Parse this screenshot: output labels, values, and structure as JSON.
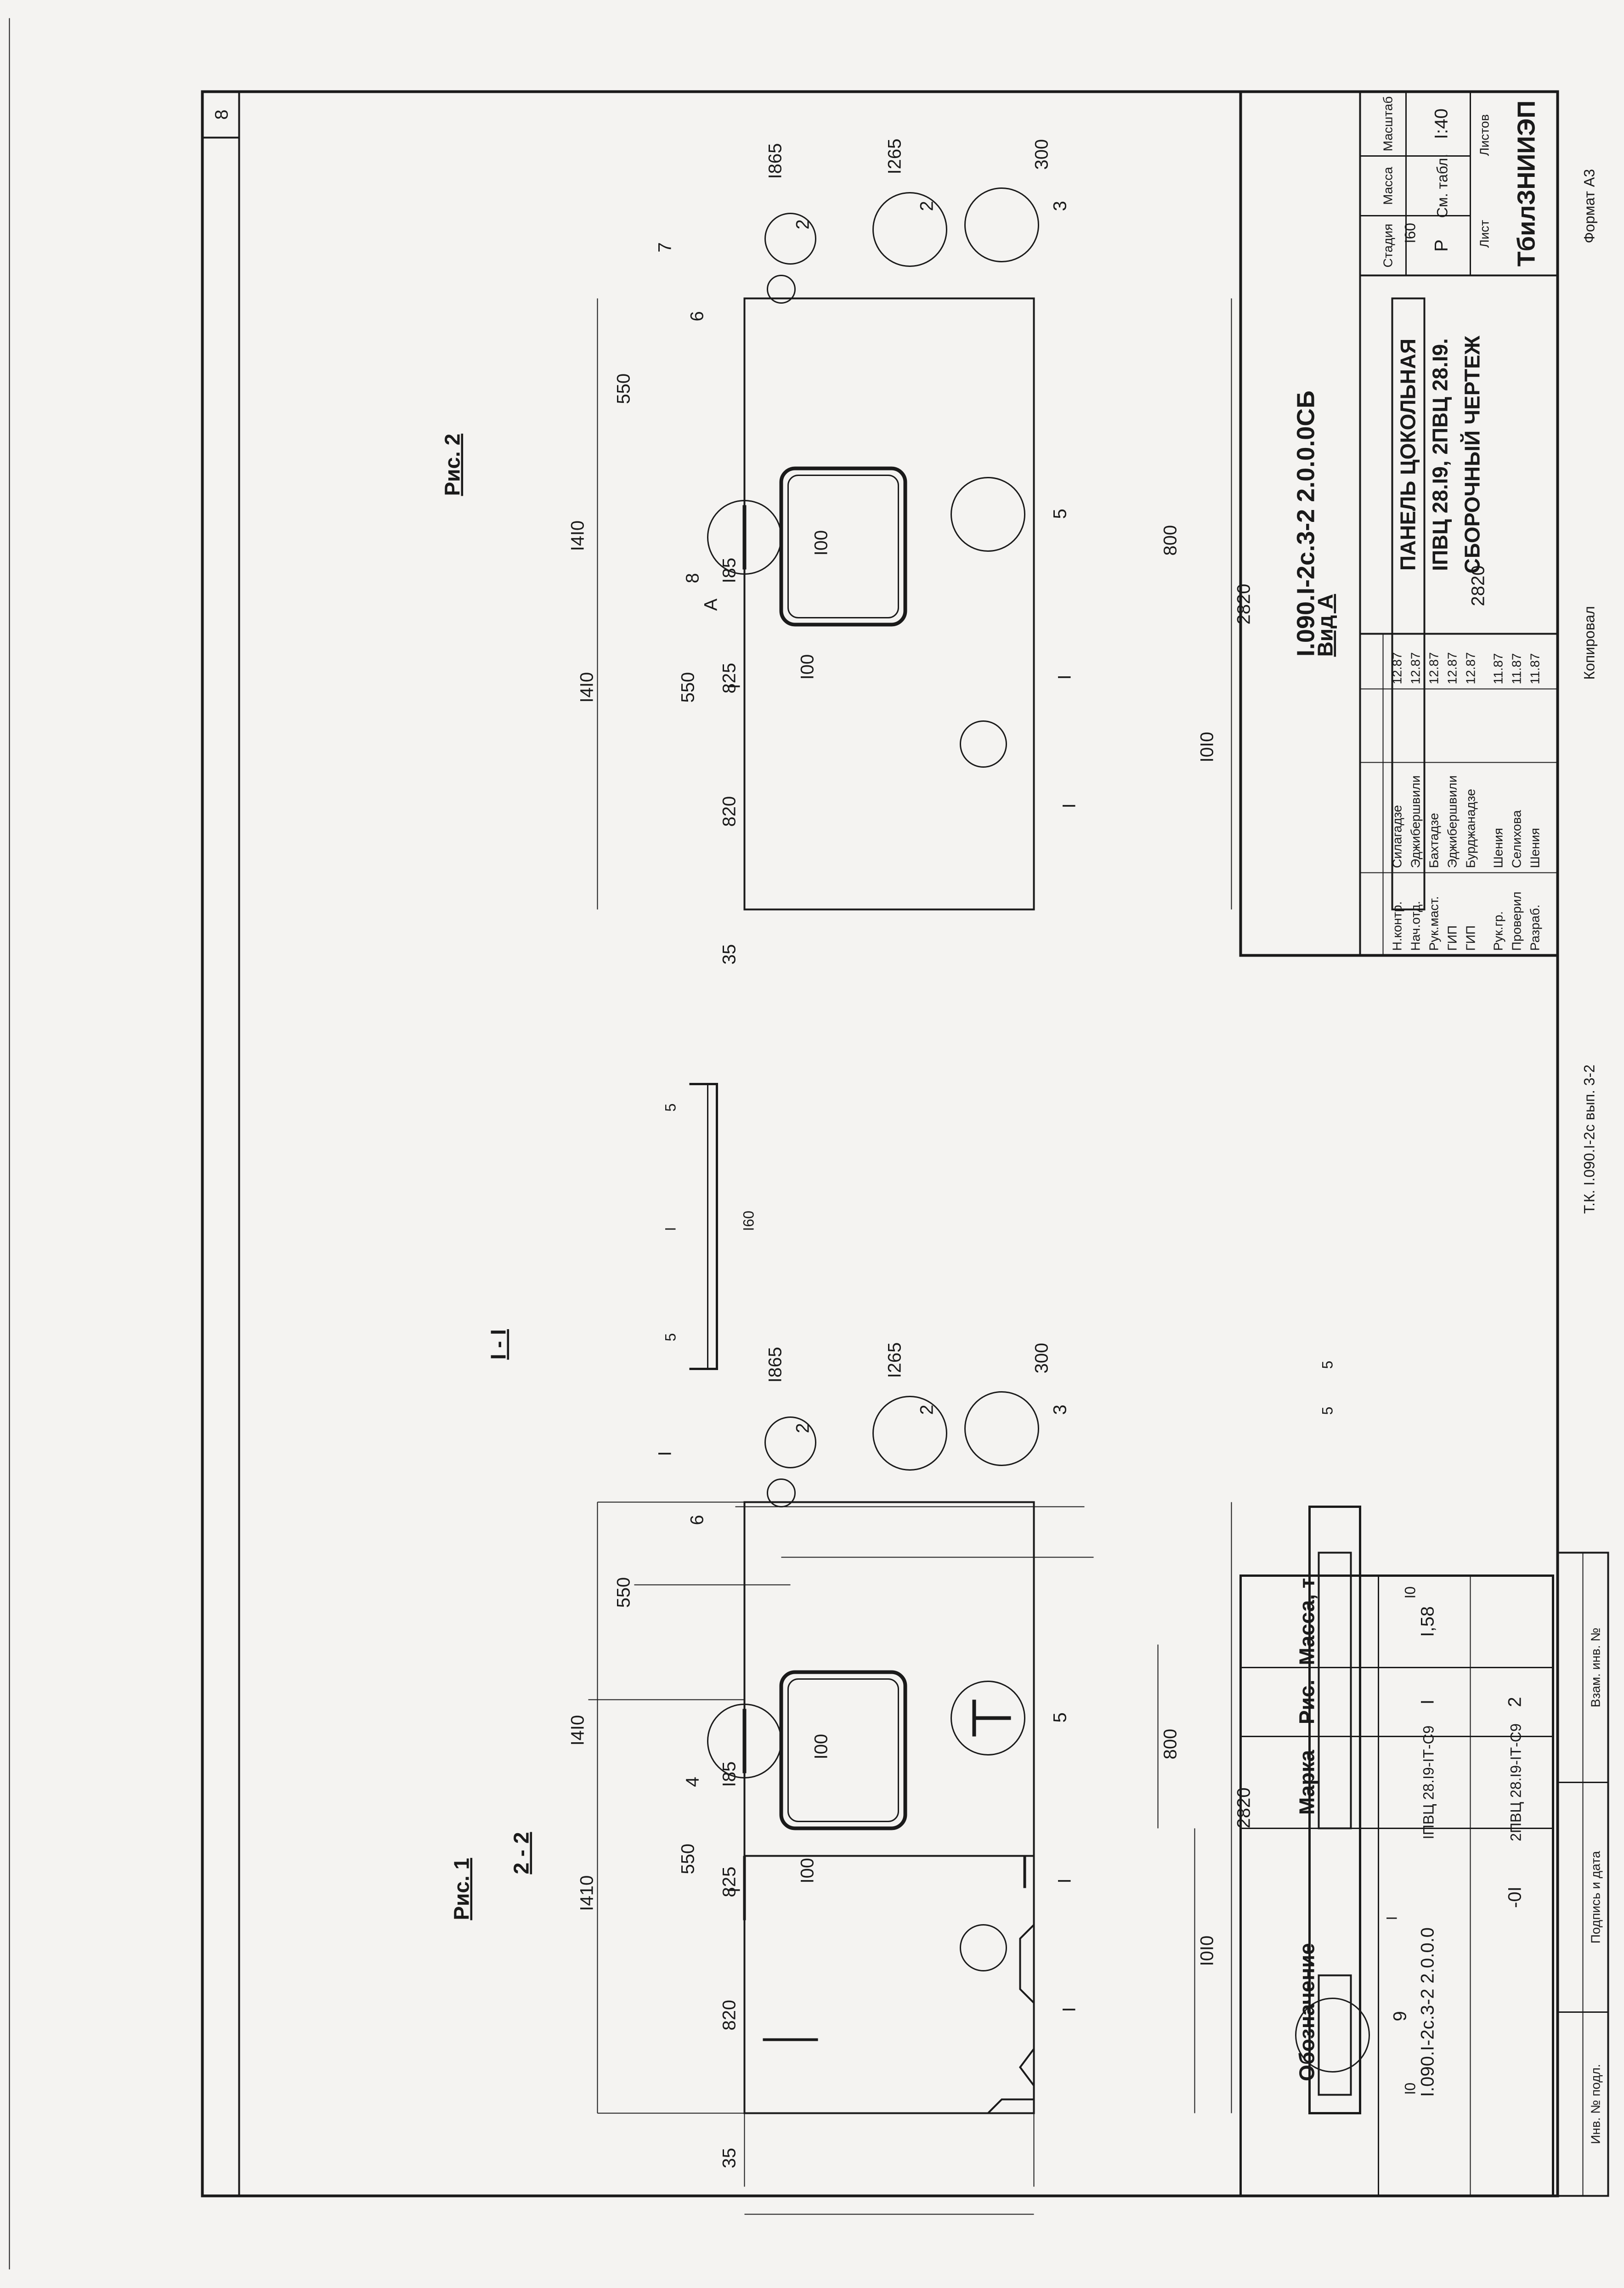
{
  "sheet_number": "8",
  "fig1": {
    "title": "Рис. 1",
    "dims": {
      "d1410a": "I410",
      "d1410b": "I4I0",
      "d550": "550",
      "d100": "I00",
      "d100b": "I00",
      "d1010": "I0I0",
      "d800": "800",
      "d2820": "2820",
      "d1865": "I865",
      "d1265": "I265",
      "d300": "300",
      "d35": "35",
      "d820": "820",
      "d825": "825",
      "d185": "I85"
    },
    "callouts": {
      "c1": "I",
      "c2": "2",
      "c2b": "2",
      "c3": "3",
      "c4": "4",
      "c5": "5",
      "c6": "6",
      "cI": "I",
      "cI2": "I",
      "cI3": "I",
      "c550": "550"
    }
  },
  "fig2": {
    "title": "Рис. 2",
    "dims": {
      "d1410a": "I4I0",
      "d1410b": "I4I0",
      "d550": "550",
      "d550b": "550",
      "d100": "I00",
      "d100b": "I00",
      "d1010": "I0I0",
      "d800": "800",
      "d2820": "2820",
      "d1865": "I865",
      "d1265": "I265",
      "d300": "300",
      "d35": "35",
      "d820": "820",
      "d825": "825",
      "d185": "I85"
    },
    "callouts": {
      "c2": "2",
      "c2b": "2",
      "c3": "3",
      "c5": "5",
      "c6": "6",
      "c7": "7",
      "c8": "8",
      "cA": "А",
      "cI": "I",
      "cI2": "I",
      "cI3": "I"
    }
  },
  "section_I": {
    "title": "I - I",
    "d5a": "5",
    "d5b": "5",
    "dI": "I",
    "d160": "I60"
  },
  "section_2": {
    "title": "2 - 2",
    "d5a": "5",
    "d5b": "5",
    "d10a": "I0",
    "d10b": "I0",
    "dI": "I",
    "c9": "9"
  },
  "view_A": {
    "title": "Вид А",
    "d160": "I60",
    "d2820": "2820"
  },
  "spec_table": {
    "headers": [
      "Обозначение",
      "Марка",
      "Рис.",
      "Масса, т"
    ],
    "rows": [
      [
        "I.090.I-2с.3-2 2.0.0.0",
        "IПВЦ 28.I9-IТ-С9",
        "I",
        "I,58"
      ],
      [
        "-0I",
        "2ПВЦ 28.I9-IТ-С9",
        "2",
        ""
      ]
    ]
  },
  "title_block": {
    "doc_code": "I.090.I-2с.3-2 2.0.0.0СБ",
    "title_lines": [
      "ПАНЕЛЬ ЦОКОЛЬНАЯ",
      "IПВЦ 28.I9, 2ПВЦ 28.I9.",
      "СБОРОЧНЫЙ ЧЕРТЕЖ"
    ],
    "stage_hdr": "Стадия",
    "mass_hdr": "Масса",
    "scale_hdr": "Масштаб",
    "stage": "Р",
    "mass": "См. табл.",
    "scale": "I:40",
    "sheet_hdr": "Лист",
    "sheets_hdr": "Листов",
    "org": "ТбилЗНИИЭП",
    "signers": [
      {
        "role": "Н.контр.",
        "name": "Силагадзе",
        "date": "12.87"
      },
      {
        "role": "Нач.отд.",
        "name": "Эджибершвили",
        "date": "12.87"
      },
      {
        "role": "Рук.маст.",
        "name": "Бахтадзе",
        "date": "12.87"
      },
      {
        "role": "ГИП",
        "name": "Эджибершвили",
        "date": "12.87"
      },
      {
        "role": "ГИП",
        "name": "Бурджанадзе",
        "date": "12.87"
      },
      {
        "role": "Рук.гр.",
        "name": "Шения",
        "date": "11.87"
      },
      {
        "role": "Проверил",
        "name": "Селихова",
        "date": "11.87"
      },
      {
        "role": "Разраб.",
        "name": "Шения",
        "date": "11.87"
      }
    ]
  },
  "footer": {
    "copied": "Копировал",
    "format": "Формат А3"
  },
  "side_stamp": {
    "inv": "Инв. № подл.",
    "sign": "Подпись и дата",
    "replace": "Взам. инв. №",
    "tk": "Т.К. I.090.I-2с   вып. 3-2"
  }
}
